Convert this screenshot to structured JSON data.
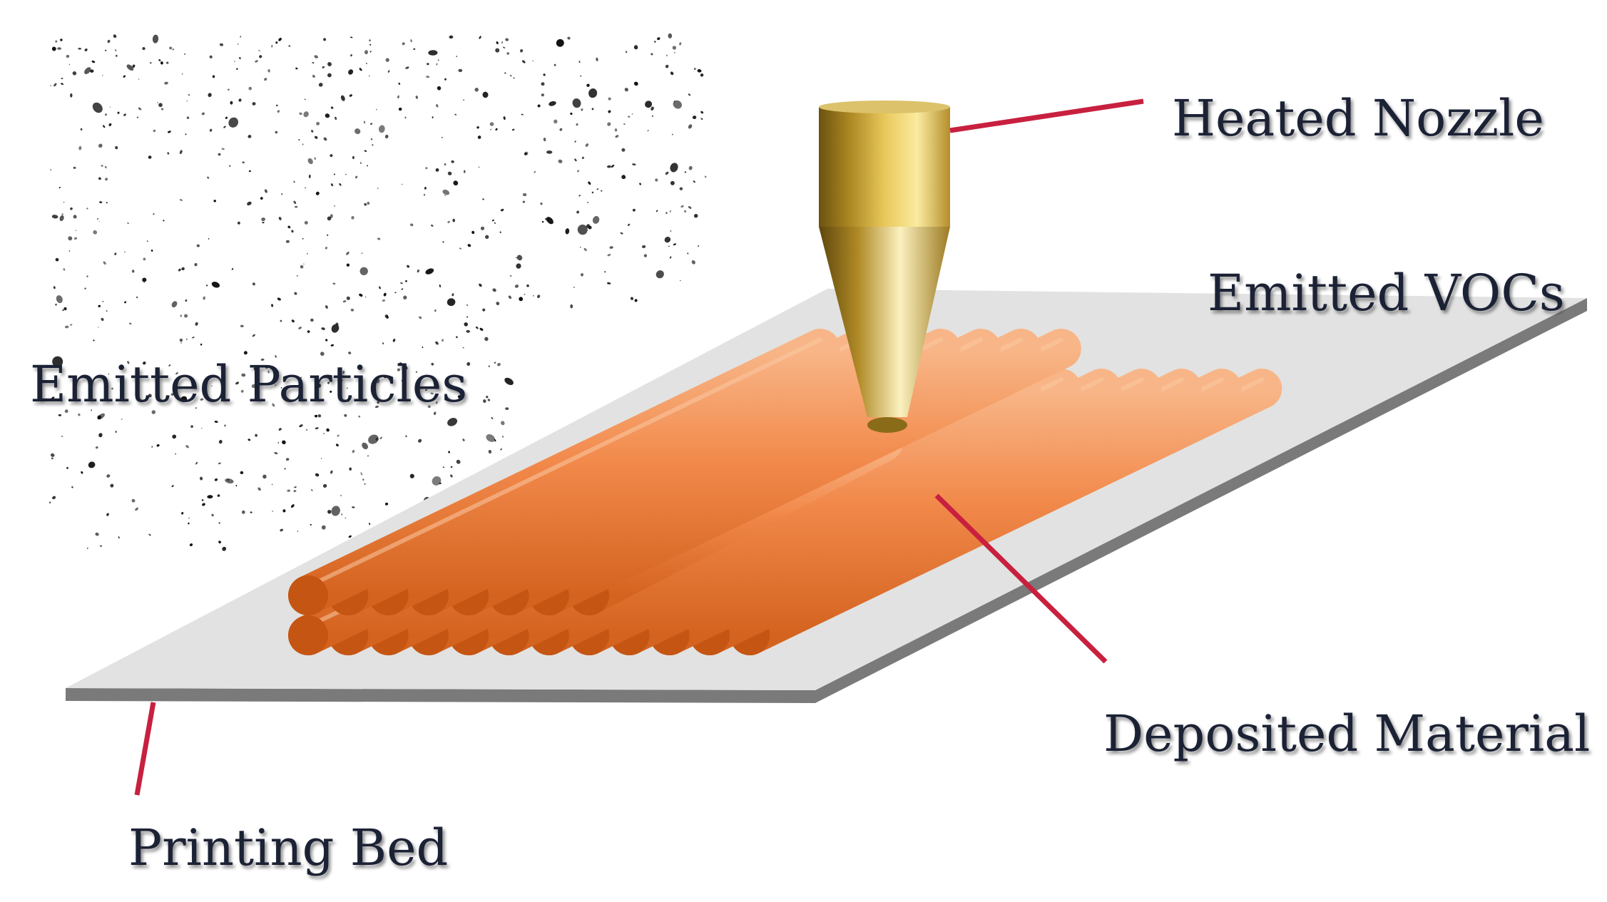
{
  "labels": {
    "heated_nozzle": "Heated Nozzle",
    "emitted_vocs": "Emitted VOCs",
    "emitted_particles": "Emitted Particles",
    "deposited_material": "Deposited Material",
    "printing_bed": "Printing Bed"
  },
  "colors": {
    "leader_line": "#c8203f",
    "filament": "#f08a4e",
    "filament_end": "#c55512",
    "bed_top": "#e2e2e2",
    "bed_edge": "#7a7a7a",
    "nozzle_gold": "#c9a233",
    "particles": "#111111"
  },
  "layers": {
    "bottom_roads": 12,
    "top_roads": 8
  }
}
